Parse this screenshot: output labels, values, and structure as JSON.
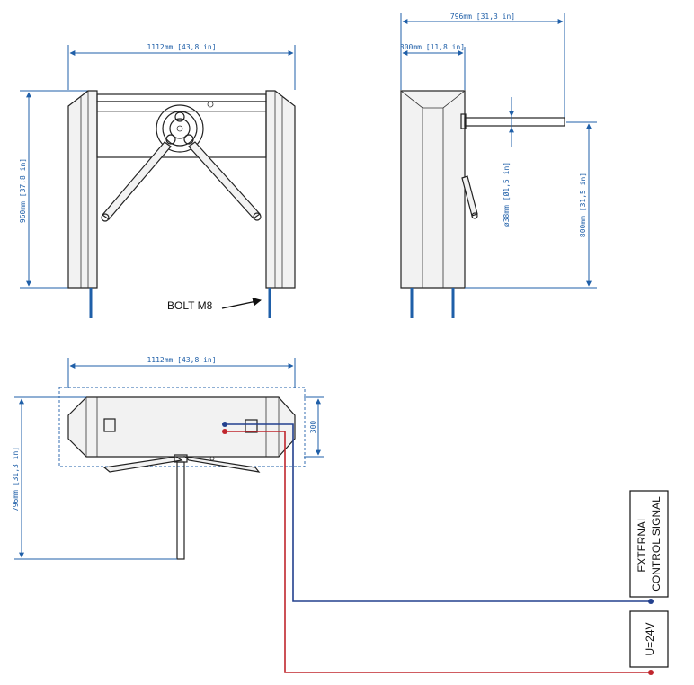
{
  "dimensions": {
    "front_width": "1112mm [43,8 in]",
    "front_height": "960mm [37,8 in]",
    "side_depth": "796mm [31,3 in]",
    "side_cabinet": "300mm [11,8 in]",
    "arm_diameter": "ø38mm [Ø1,5 in]",
    "arm_height": "800mm [31,5 in]",
    "top_width": "1112mm [43,8 in]",
    "top_depth": "796mm [31,3 in]",
    "top_cabinet": "300"
  },
  "notes": {
    "bolt": "BOLT M8"
  },
  "boxes": {
    "external_line1": "EXTERNAL",
    "external_line2": "CONTROL SIGNAL",
    "voltage": "U=24V"
  },
  "colors": {
    "dimension": "#1f5fa8",
    "wire_signal": "#23408e",
    "wire_power": "#c0262d"
  }
}
